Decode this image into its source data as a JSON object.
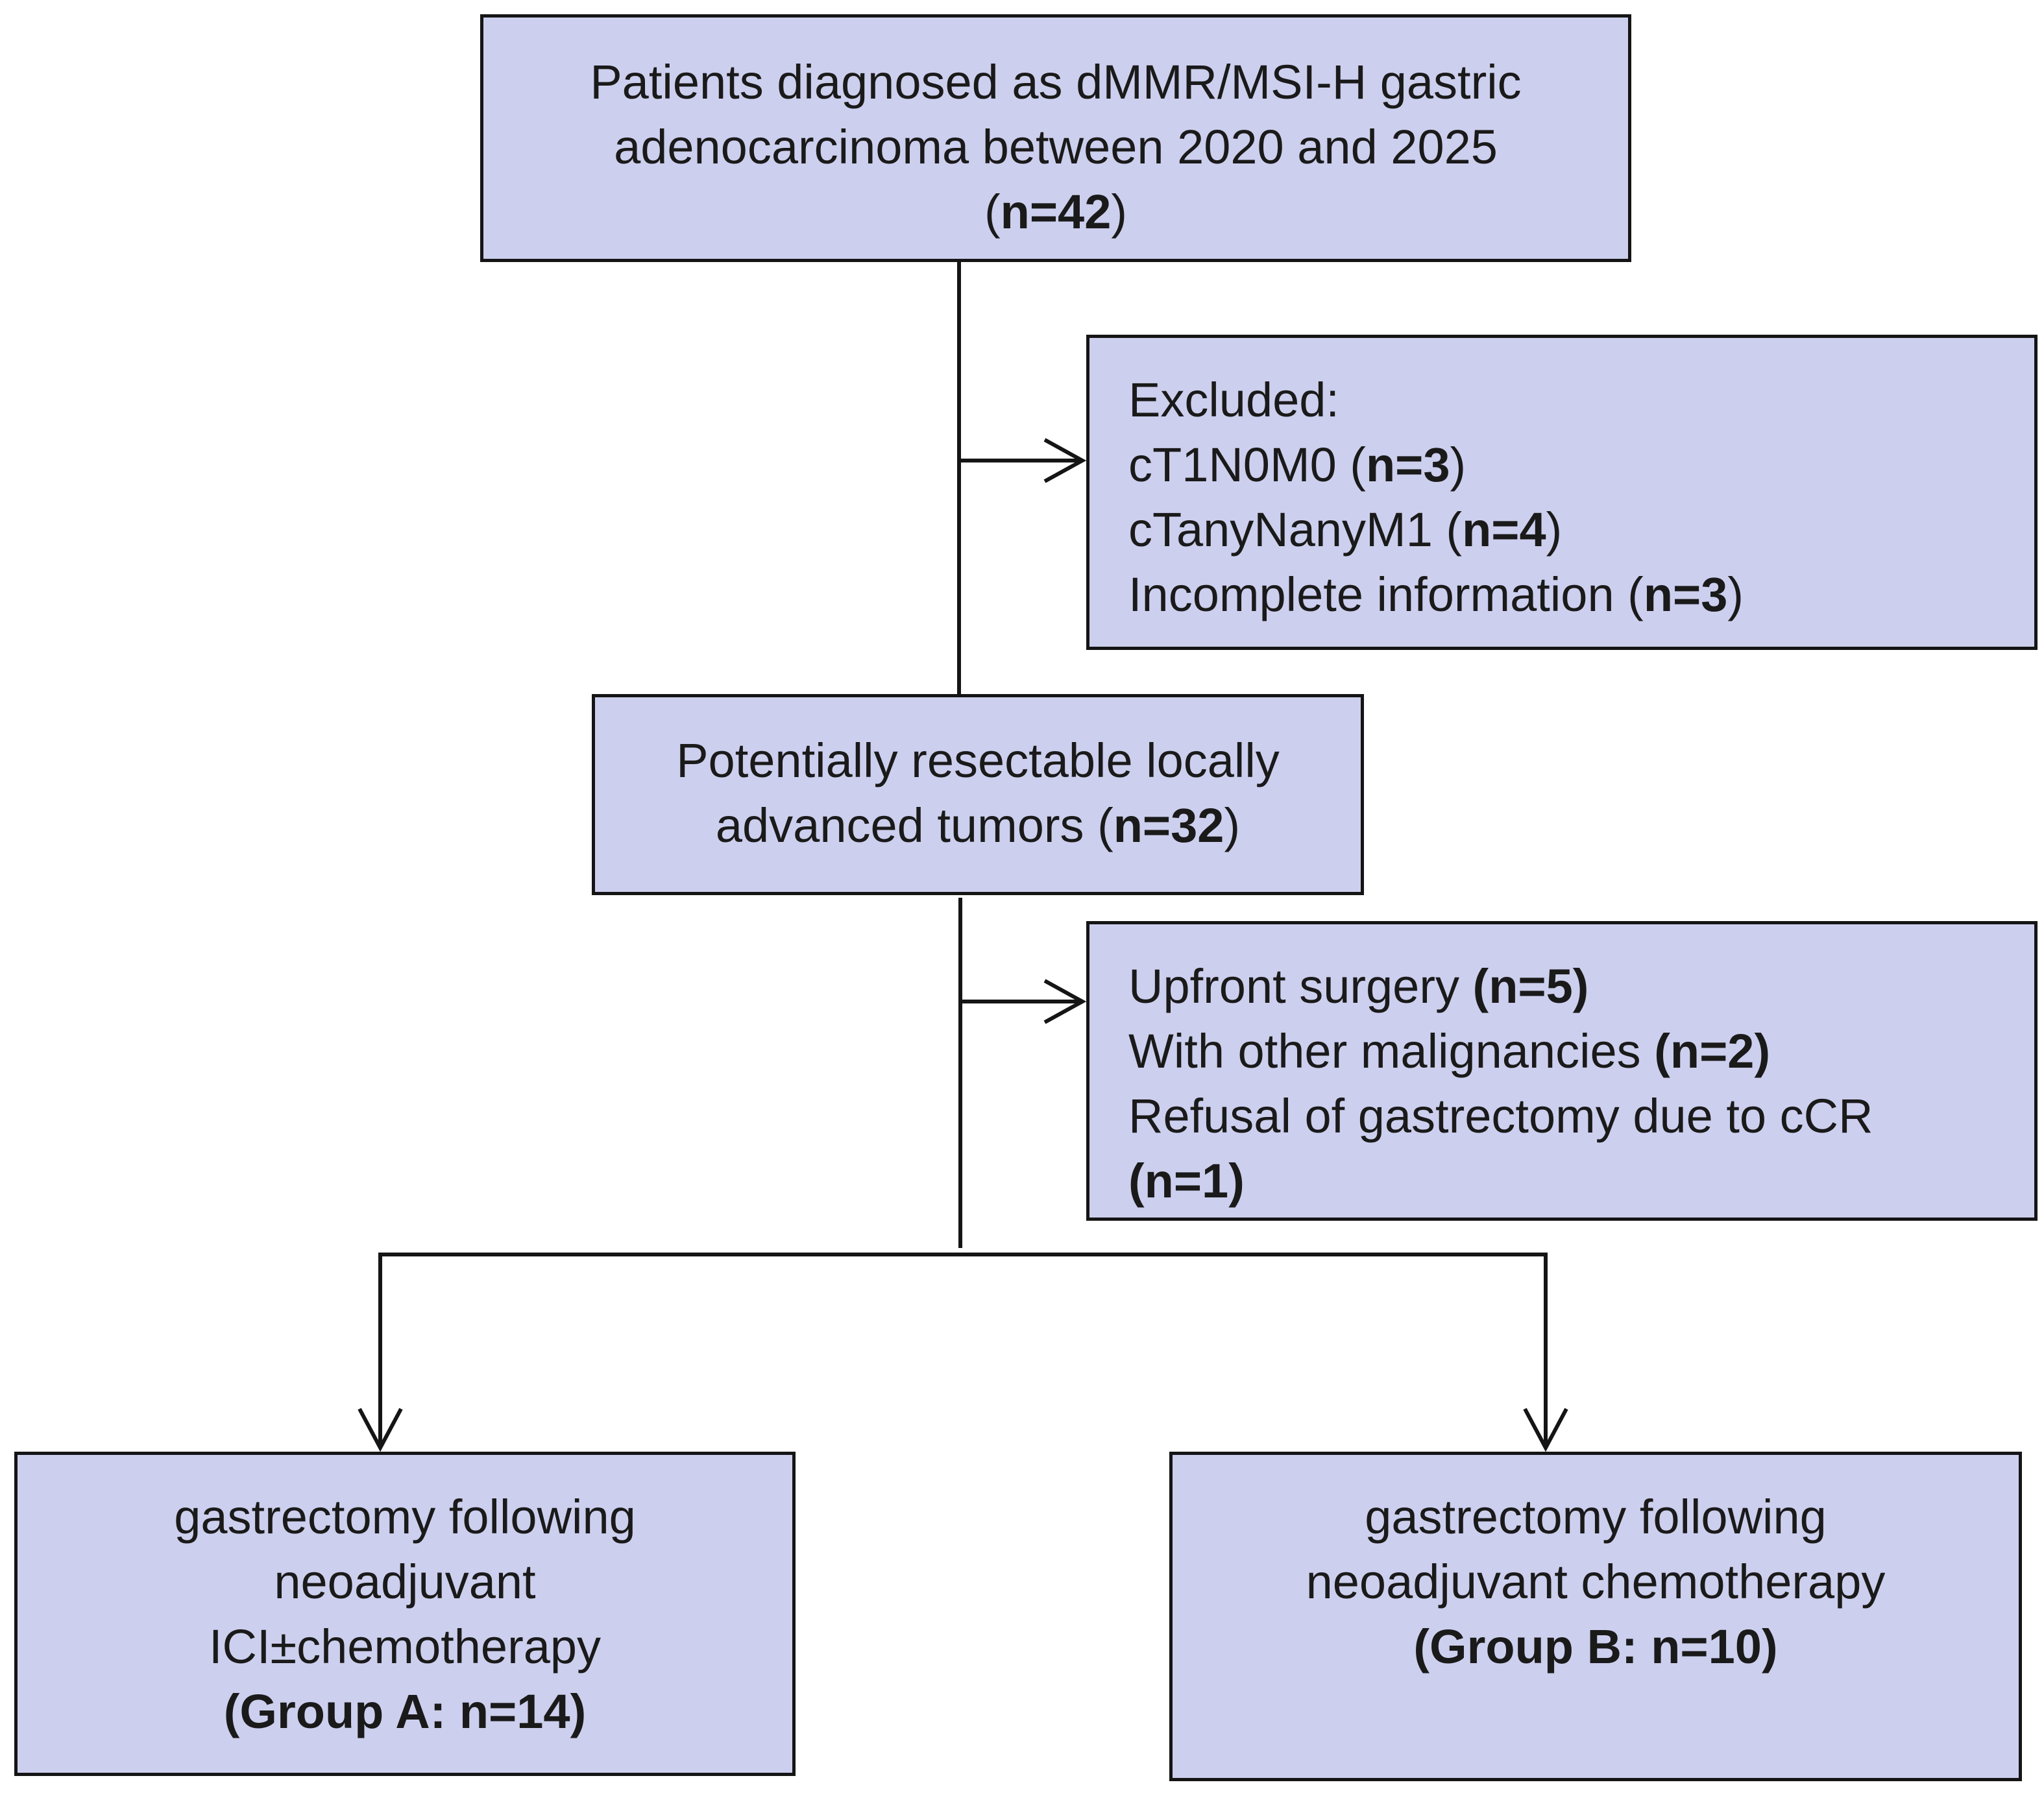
{
  "diagram": {
    "box_fill": "#cdcfee",
    "stroke": "#151515",
    "nodes": {
      "patients": {
        "lines": [
          {
            "text": "Patients diagnosed as dMMR/MSI-H gastric"
          },
          {
            "text": "adenocarcinoma between 2020 and 2025"
          }
        ],
        "count_prefix": "(",
        "count": "n=42",
        "count_suffix": ")"
      },
      "excluded": {
        "title": "Excluded:",
        "items": [
          {
            "label": "cT1N0M0 (",
            "count": "n=3",
            "close": ")"
          },
          {
            "label": "cTanyNanyM1 (",
            "count": "n=4",
            "close": ")"
          },
          {
            "label": "Incomplete information (",
            "count": "n=3",
            "close": ")"
          }
        ]
      },
      "resectable": {
        "line1": "Potentially resectable locally",
        "line2_prefix": "advanced tumors (",
        "count": "n=32",
        "line2_suffix": ")"
      },
      "second_exclusion": {
        "items": [
          {
            "label": "Upfront surgery ",
            "count": "(n=5)"
          },
          {
            "label": "With other malignancies ",
            "count": "(n=2)"
          }
        ],
        "last_label": "Refusal of gastrectomy due to cCR",
        "last_count": "(n=1)"
      },
      "group_a": {
        "line1": "gastrectomy following",
        "line2": "neoadjuvant",
        "line3": "ICI±chemotherapy",
        "group": "(Group A: n=14)"
      },
      "group_b": {
        "line1": "gastrectomy following",
        "line2": "neoadjuvant chemotherapy",
        "group": "(Group B: n=10)"
      }
    }
  }
}
